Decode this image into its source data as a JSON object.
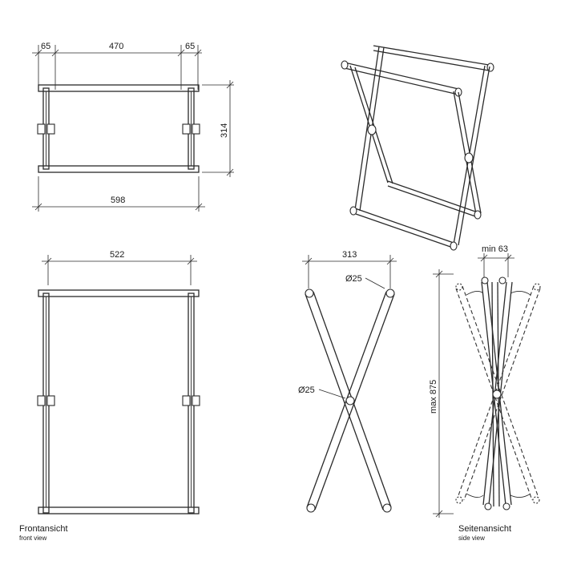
{
  "top_view": {
    "dim_left": "65",
    "dim_middle": "470",
    "dim_right": "65",
    "dim_depth": "314",
    "dim_total_width": "598"
  },
  "front_view": {
    "dim_width": "522",
    "caption_de": "Frontansicht",
    "caption_en": "front view"
  },
  "cross_view": {
    "dim_width": "313",
    "dim_tube_top": "Ø25",
    "dim_tube_pivot": "Ø25"
  },
  "side_view": {
    "dim_min_gap": "min 63",
    "dim_max_height": "max 875",
    "caption_de": "Seitenansicht",
    "caption_en": "side view"
  }
}
